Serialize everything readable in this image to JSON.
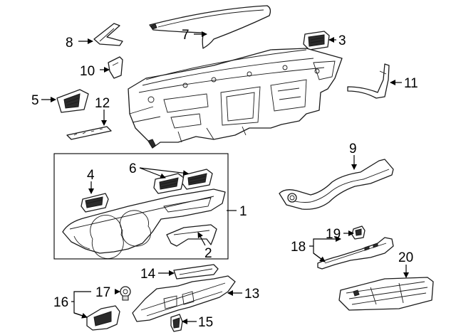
{
  "callouts": {
    "c1": "1",
    "c2": "2",
    "c3": "3",
    "c4": "4",
    "c5": "5",
    "c6": "6",
    "c7": "7",
    "c8": "8",
    "c9": "9",
    "c10": "10",
    "c11": "11",
    "c12": "12",
    "c13": "13",
    "c14": "14",
    "c15": "15",
    "c16": "16",
    "c17": "17",
    "c18": "18",
    "c19": "19",
    "c20": "20"
  },
  "colors": {
    "line": "#1a1a1a",
    "background": "#ffffff",
    "fill_dark": "#2b2b2b"
  }
}
